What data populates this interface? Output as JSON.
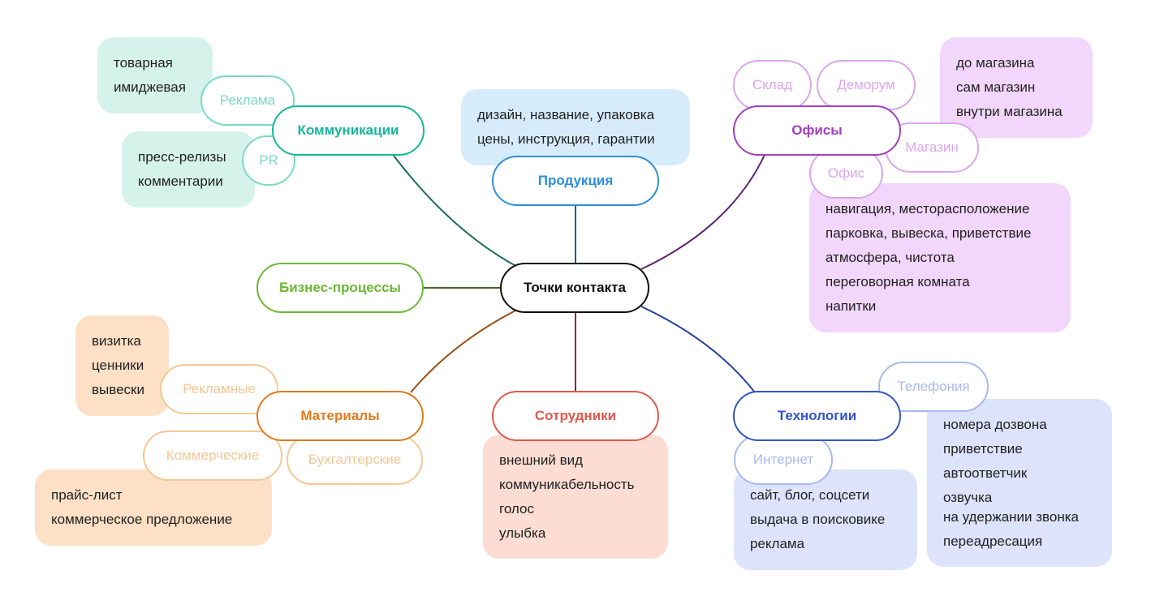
{
  "center": {
    "label": "Точки контакта"
  },
  "branches": {
    "communications": {
      "label": "Коммуникации",
      "color": "#15b79a"
    },
    "business": {
      "label": "Бизнес-процессы",
      "color": "#6cb833"
    },
    "materials": {
      "label": "Материалы",
      "color": "#e07a1f"
    },
    "products": {
      "label": "Продукция",
      "color": "#2a8fe0"
    },
    "employees": {
      "label": "Сотрудники",
      "color": "#e2574c"
    },
    "offices": {
      "label": "Офисы",
      "color": "#a23fc0"
    },
    "technologies": {
      "label": "Технологии",
      "color": "#3354c9"
    }
  },
  "subnodes": {
    "advertising": "Реклама",
    "pr": "PR",
    "ad_materials": "Рекламные",
    "commercial": "Коммерческие",
    "accounting": "Бухгалтерские",
    "warehouse": "Склад",
    "showroom": "Деморум",
    "store": "Магазин",
    "office": "Офис",
    "telephony": "Телефония",
    "internet": "Интернет"
  },
  "notes": {
    "advertising": [
      "товарная",
      "имиджевая"
    ],
    "pr": [
      "пресс-релизы",
      "комментарии"
    ],
    "products": [
      "дизайн, название, упаковка",
      "цены, инструкция, гарантии"
    ],
    "store": [
      "до магазина",
      "сам магазин",
      "внутри магазина"
    ],
    "office": [
      "навигация, месторасположение",
      "парковка, вывеска, приветствие",
      "атмосфера, чистота",
      "переговорная комната",
      "напитки"
    ],
    "ad_materials": [
      "визитка",
      "ценники",
      "вывески"
    ],
    "commercial": [
      "прайс-лист",
      "коммерческое предложение"
    ],
    "employees": [
      "внешний вид",
      "коммуникабельность",
      "голос",
      "улыбка"
    ],
    "internet": [
      "сайт, блог, соцсети",
      "выдача в поисковике",
      "реклама"
    ],
    "telephony": [
      "номера дозвона",
      "приветствие",
      "автоответчик",
      "озвучка",
      "на удержании звонка",
      "переадресация"
    ]
  },
  "note_colors": {
    "green": "#d5f3ea",
    "blue": "#d6ecfb",
    "purple": "#f3d6fb",
    "orange": "#fde0c6",
    "red": "#fdddd3",
    "indigo": "#dde3fb"
  },
  "sub_colors": {
    "green": "#7ad9c4",
    "purple": "#dca6ec",
    "orange": "#f5c793",
    "indigo": "#a9b9f1"
  }
}
